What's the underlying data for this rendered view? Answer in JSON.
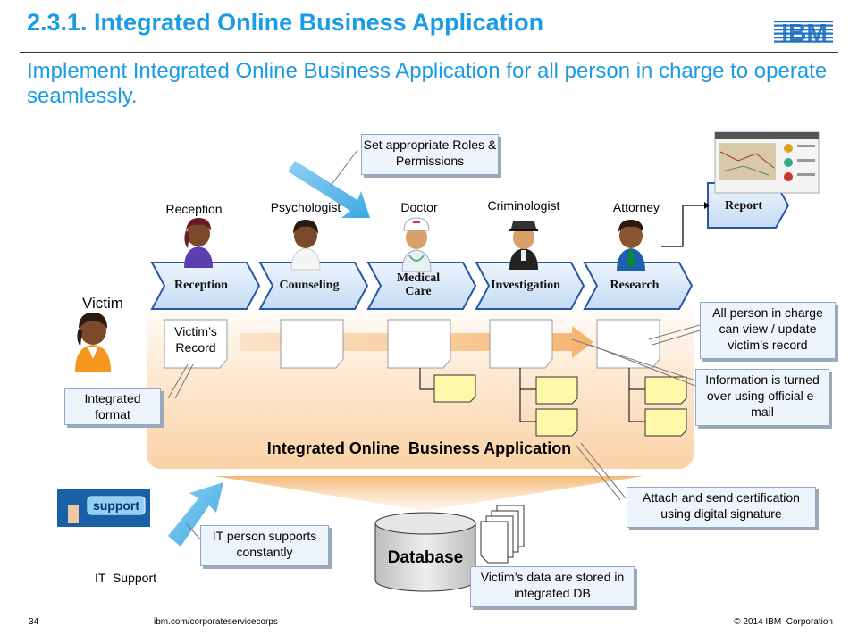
{
  "header": {
    "title": "2.3.1. Integrated Online Business Application",
    "subtitle": "Implement Integrated Online Business Application for all person in charge to operate seamlessly.",
    "logo": "IBM"
  },
  "roles": [
    "Reception",
    "Psychologist",
    "Doctor",
    "Criminologist",
    "Attorney"
  ],
  "processes": [
    "Reception",
    "Counseling",
    "Medical Care",
    "Investigation",
    "Research"
  ],
  "report_label": "Report",
  "victim_label": "Victim",
  "victim_record": "Victim’s Record",
  "callouts": {
    "roles_permissions": "Set appropriate Roles & Permissions",
    "integrated_format": "Integrated format",
    "view_update": "All person in charge can view / update victim’s record",
    "email": "Information is turned over using official e-mail",
    "certification": "Attach and send certification using digital signature",
    "it_person": "IT person supports constantly",
    "db_stored": "Victim’s data are stored in integrated DB"
  },
  "app_label": "Integrated Online  Business Application",
  "database_label": "Database",
  "support_image_text": "support",
  "it_support_label": "IT  Support",
  "footer": {
    "page": "34",
    "url": "ibm.com/corporateservicecorps",
    "copyright": "© 2014 IBM  Corporation"
  },
  "colors": {
    "title": "#1a9be6",
    "chevron_fill": "#d6e6f7",
    "chevron_border": "#2a56a8",
    "app_area": "#fde3c7",
    "arrow": "#f7c48c",
    "blue_arrow": "#5cb8ea",
    "folder": "#fff8a8"
  },
  "icons": [
    "ibm-logo-icon",
    "person-icon",
    "nurse-icon",
    "document-icon",
    "folder-icon",
    "database-icon",
    "screenshot-thumbnail",
    "support-image"
  ]
}
